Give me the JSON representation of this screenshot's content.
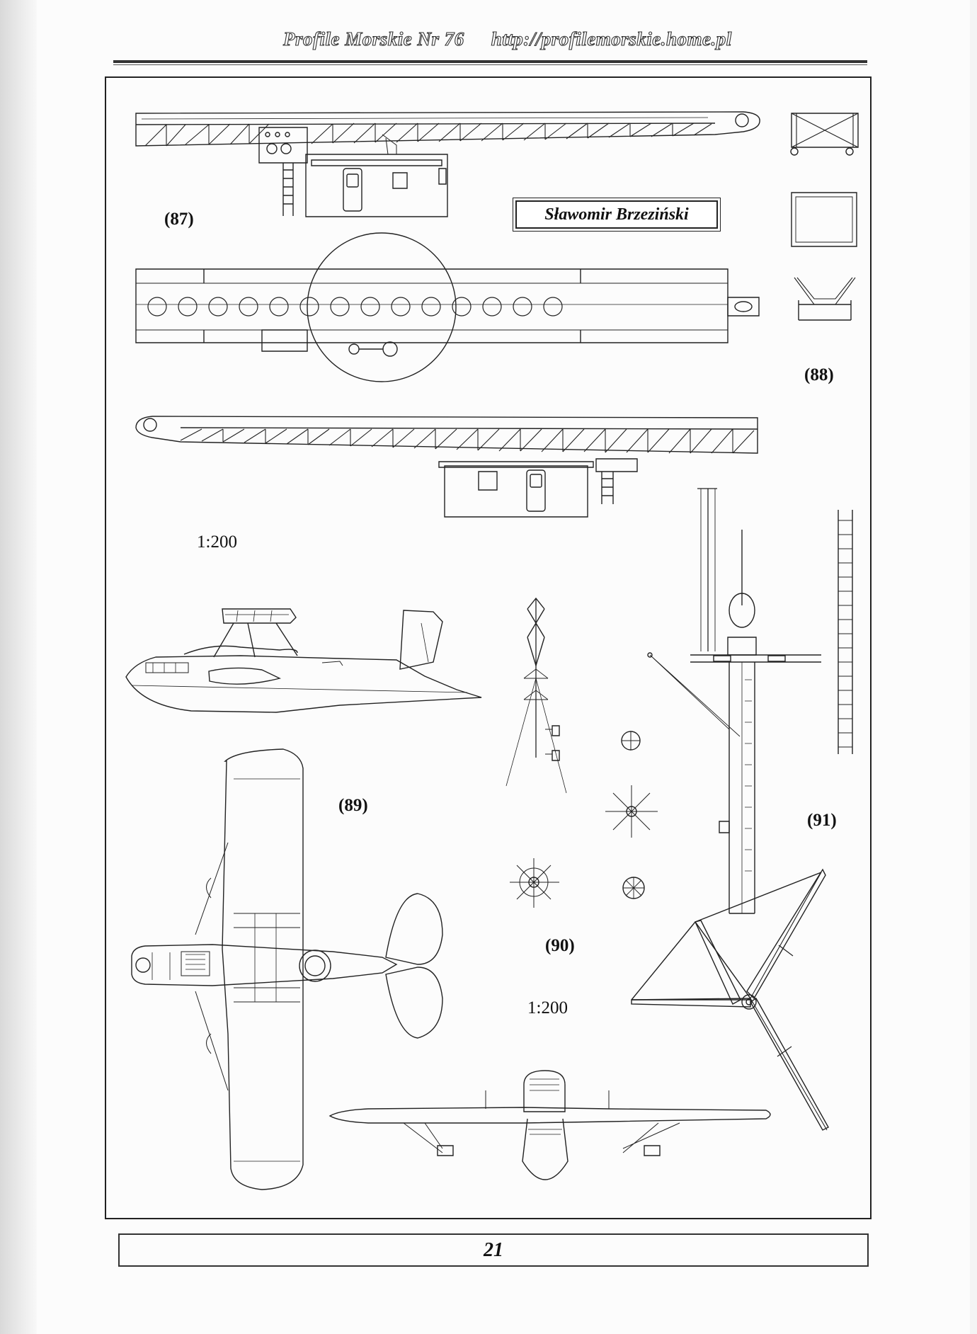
{
  "running_head": {
    "publication": "Profile Morskie Nr 76",
    "url": "http://profilemorskie.home.pl"
  },
  "author": "Sławomir Brzeziński",
  "figure_labels": {
    "f87": "(87)",
    "f88": "(88)",
    "f89": "(89)",
    "f90": "(90)",
    "f91": "(91)"
  },
  "scales": {
    "upper": "1:200",
    "lower": "1:200"
  },
  "page_number": "21"
}
